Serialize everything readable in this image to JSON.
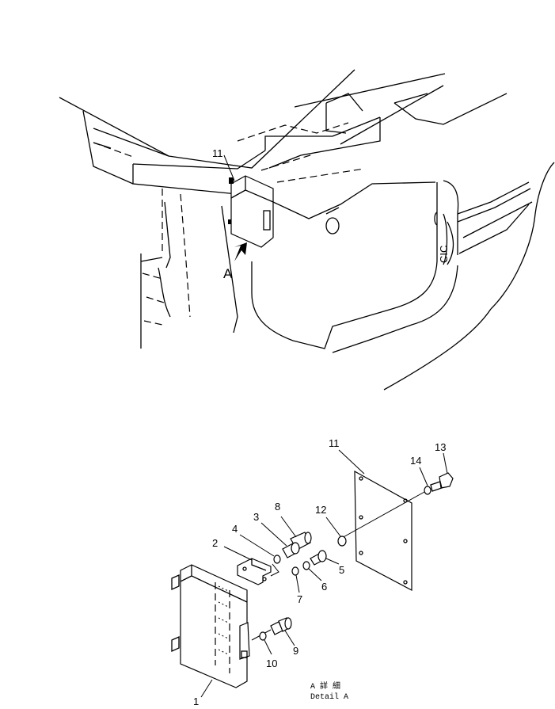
{
  "overview": {
    "callout_11": "11",
    "view_arrow_label": "A",
    "hinge_mark": "CIC"
  },
  "detail": {
    "labels": {
      "p1": "1",
      "p2": "2",
      "p3": "3",
      "p4": "4",
      "p5": "5",
      "p6": "6",
      "p7": "7",
      "p8": "8",
      "p9": "9",
      "p10": "10",
      "p11": "11",
      "p12": "12",
      "p13": "13",
      "p14": "14"
    },
    "caption_jp": "A 詳 細",
    "caption_en": "Detail A"
  }
}
